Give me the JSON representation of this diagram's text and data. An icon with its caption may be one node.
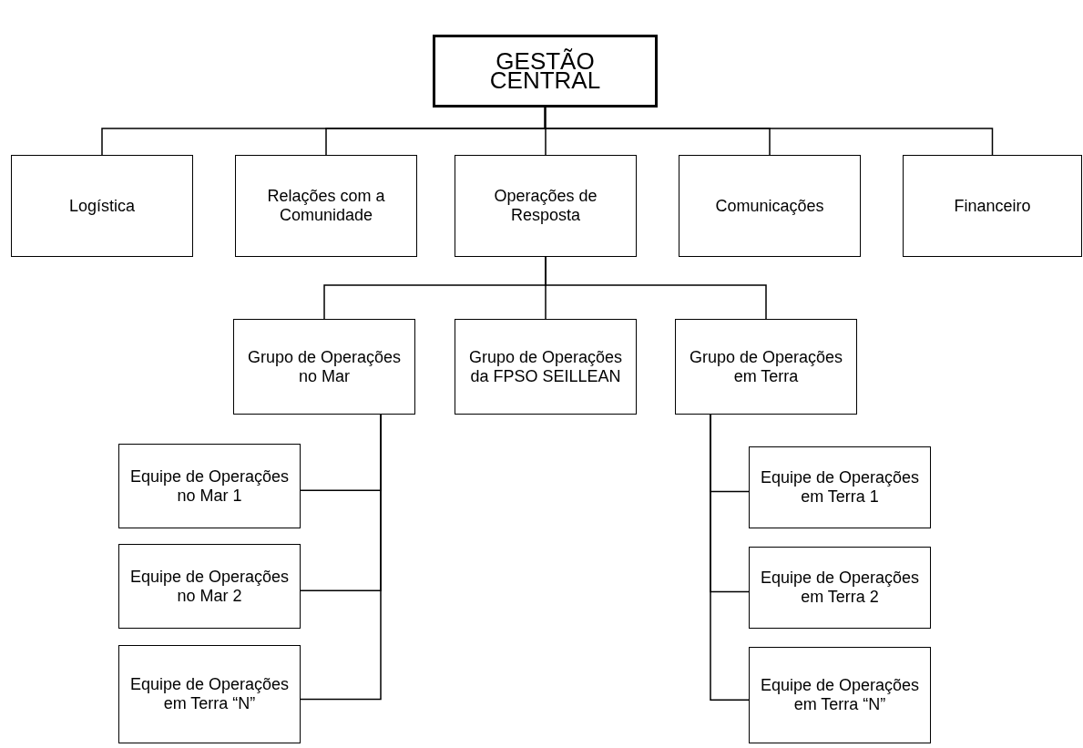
{
  "diagram": {
    "nodes": [
      {
        "text": [
          "GESTÃO CENTRAL"
        ]
      },
      {
        "text": [
          "Logística"
        ]
      },
      {
        "text": [
          "Relações com a Comunidade"
        ]
      },
      {
        "text": [
          "Operações de Resposta"
        ]
      },
      {
        "text": [
          "Comunicações"
        ]
      },
      {
        "text": [
          "Financeiro"
        ]
      },
      {
        "text": [
          "Grupo de Operações no Mar"
        ]
      },
      {
        "text": [
          "Grupo de Operações da FPSO SEILLEAN"
        ]
      },
      {
        "text": [
          "Grupo de Operações em Terra"
        ]
      },
      {
        "text": [
          "Equipe de Operações no Mar 1"
        ]
      },
      {
        "text": [
          "Equipe de Operações no Mar 2"
        ]
      },
      {
        "text": [
          "Equipe de Operações em Terra “N”"
        ]
      },
      {
        "text": [
          "Equipe de Operações em Terra 1"
        ]
      },
      {
        "text": [
          "Equipe de Operações em Terra 2"
        ]
      },
      {
        "text": [
          "Equipe de Operações em Terra “N”"
        ]
      }
    ],
    "edges": [
      {
        "from": 0,
        "to": 1,
        "arrow": "none"
      },
      {
        "from": 0,
        "to": 2,
        "arrow": "none"
      },
      {
        "from": 0,
        "to": 3,
        "arrow": "none"
      },
      {
        "from": 0,
        "to": 4,
        "arrow": "none"
      },
      {
        "from": 0,
        "to": 5,
        "arrow": "none"
      },
      {
        "from": 3,
        "to": 6,
        "arrow": "none"
      },
      {
        "from": 3,
        "to": 7,
        "arrow": "none"
      },
      {
        "from": 3,
        "to": 8,
        "arrow": "none"
      },
      {
        "from": 6,
        "to": 9,
        "arrow": "none"
      },
      {
        "from": 6,
        "to": 10,
        "arrow": "none"
      },
      {
        "from": 6,
        "to": 11,
        "arrow": "none"
      },
      {
        "from": 8,
        "to": 12,
        "arrow": "none"
      },
      {
        "from": 8,
        "to": 13,
        "arrow": "none"
      },
      {
        "from": 8,
        "to": 14,
        "arrow": "none"
      }
    ]
  }
}
